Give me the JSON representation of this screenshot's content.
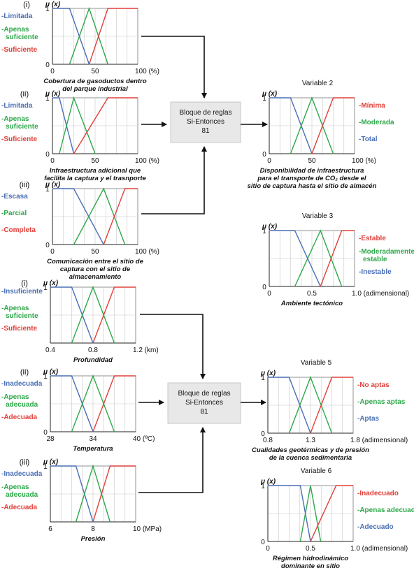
{
  "blocks": {
    "top": [
      "Bloque de reglas",
      "Si-Entonces",
      "81"
    ],
    "bottom": [
      "Bloque de reglas",
      "Si-Entonces",
      "81"
    ]
  },
  "charts": [
    {
      "id": "chart1",
      "index": "(i)",
      "var_title": "",
      "mu": "μ (x)",
      "x_ticks": [
        "0",
        "50",
        "100 (%)"
      ],
      "x_range": [
        0,
        100
      ],
      "y_ticks": [
        "0",
        "1"
      ],
      "caption": [
        "Cobertura de gasoductos dentro",
        "del parque industrial"
      ],
      "label_side": "left",
      "sets": [
        {
          "name": "Limitada",
          "color": "#4a6fb5",
          "points": [
            [
              0,
              1
            ],
            [
              20,
              1
            ],
            [
              43,
              0
            ]
          ]
        },
        {
          "name": "Apenas suficiente",
          "color": "#2ea84a",
          "points": [
            [
              20,
              0
            ],
            [
              43,
              1
            ],
            [
              65,
              0
            ]
          ]
        },
        {
          "name": "Suficiente",
          "color": "#e0403a",
          "points": [
            [
              43,
              0
            ],
            [
              65,
              1
            ],
            [
              100,
              1
            ]
          ]
        }
      ]
    },
    {
      "id": "chart2",
      "index": "(ii)",
      "var_title": "",
      "mu": "μ (x)",
      "x_ticks": [
        "0",
        "50",
        "100 (%)"
      ],
      "x_range": [
        0,
        100
      ],
      "y_ticks": [
        "0",
        "1"
      ],
      "caption": [
        "Infraestructura adicional que",
        "facilita la captura y el trasnporte"
      ],
      "label_side": "left",
      "sets": [
        {
          "name": "Limitada",
          "color": "#4a6fb5",
          "points": [
            [
              0,
              1
            ],
            [
              8,
              1
            ],
            [
              25,
              0
            ]
          ]
        },
        {
          "name": "Apenas suficiente",
          "color": "#2ea84a",
          "points": [
            [
              8,
              0
            ],
            [
              25,
              1
            ],
            [
              50,
              0
            ]
          ]
        },
        {
          "name": "Suficiente",
          "color": "#e0403a",
          "points": [
            [
              25,
              0
            ],
            [
              65,
              1
            ],
            [
              100,
              1
            ]
          ]
        }
      ]
    },
    {
      "id": "chart3",
      "index": "(iii)",
      "var_title": "",
      "mu": "μ (x)",
      "x_ticks": [
        "0",
        "50",
        "100 (%)"
      ],
      "x_range": [
        0,
        100
      ],
      "y_ticks": [
        "0",
        "1"
      ],
      "caption": [
        "Comunicación entre el sitio de",
        "captura con el sitio de",
        "almacenamiento"
      ],
      "label_side": "left",
      "sets": [
        {
          "name": "Escasa",
          "color": "#4a6fb5",
          "points": [
            [
              0,
              1
            ],
            [
              25,
              1
            ],
            [
              60,
              0
            ]
          ]
        },
        {
          "name": "Parcial",
          "color": "#2ea84a",
          "points": [
            [
              25,
              0
            ],
            [
              60,
              1
            ],
            [
              85,
              0
            ]
          ]
        },
        {
          "name": "Completa",
          "color": "#e0403a",
          "points": [
            [
              60,
              0
            ],
            [
              85,
              1
            ],
            [
              100,
              1
            ]
          ]
        }
      ]
    },
    {
      "id": "chart4",
      "index": "",
      "var_title": "Variable 2",
      "mu": "μ (x)",
      "x_ticks": [
        "0",
        "50",
        "100 (%)"
      ],
      "x_range": [
        0,
        100
      ],
      "y_ticks": [
        "0",
        "1"
      ],
      "caption": [
        "Disponibilidad de infraestructura",
        "para el transporte de CO₂ desde el",
        "sitio de captura hasta el sitio de almacén"
      ],
      "label_side": "right",
      "sets": [
        {
          "name": "Total",
          "color": "#4a6fb5",
          "points": [
            [
              0,
              1
            ],
            [
              25,
              1
            ],
            [
              50,
              0
            ]
          ]
        },
        {
          "name": "Moderada",
          "color": "#2ea84a",
          "points": [
            [
              25,
              0
            ],
            [
              50,
              1
            ],
            [
              75,
              0
            ]
          ]
        },
        {
          "name": "Mínima",
          "color": "#e0403a",
          "points": [
            [
              50,
              0
            ],
            [
              75,
              1
            ],
            [
              100,
              1
            ]
          ]
        }
      ]
    },
    {
      "id": "chart5",
      "index": "",
      "var_title": "Variable 3",
      "mu": "μ (x)",
      "x_ticks": [
        "0",
        "0.5",
        "1.0 (adimensional)"
      ],
      "x_range": [
        0,
        1
      ],
      "y_ticks": [
        "0",
        "1"
      ],
      "caption": [
        "Ambiente tectónico"
      ],
      "label_side": "right",
      "sets": [
        {
          "name": "Inestable",
          "color": "#4a6fb5",
          "points": [
            [
              0,
              1
            ],
            [
              0.3,
              1
            ],
            [
              0.6,
              0
            ]
          ]
        },
        {
          "name": "Moderadamente estable",
          "color": "#2ea84a",
          "points": [
            [
              0.3,
              0
            ],
            [
              0.6,
              1
            ],
            [
              0.85,
              0
            ]
          ]
        },
        {
          "name": "Estable",
          "color": "#e0403a",
          "points": [
            [
              0.6,
              0
            ],
            [
              0.85,
              1
            ],
            [
              1,
              1
            ]
          ]
        }
      ]
    },
    {
      "id": "chart6",
      "index": "(i)",
      "var_title": "",
      "mu": "μ (x)",
      "x_ticks": [
        "0.4",
        "0.8",
        "1.2 (km)"
      ],
      "x_range": [
        0.4,
        1.2
      ],
      "y_ticks": [
        "",
        "1"
      ],
      "caption": [
        "Profundidad"
      ],
      "label_side": "left",
      "sets": [
        {
          "name": "Insuficiente",
          "color": "#4a6fb5",
          "points": [
            [
              0.4,
              1
            ],
            [
              0.6,
              1
            ],
            [
              0.8,
              0
            ]
          ]
        },
        {
          "name": "Apenas suficiente",
          "color": "#2ea84a",
          "points": [
            [
              0.6,
              0
            ],
            [
              0.8,
              1
            ],
            [
              1.0,
              0
            ]
          ]
        },
        {
          "name": "Suficiente",
          "color": "#e0403a",
          "points": [
            [
              0.8,
              0
            ],
            [
              1.0,
              1
            ],
            [
              1.2,
              1
            ]
          ]
        }
      ]
    },
    {
      "id": "chart7",
      "index": "(ii)",
      "var_title": "",
      "mu": "μ (x)",
      "x_ticks": [
        "28",
        "34",
        "40 (ºC)"
      ],
      "x_range": [
        28,
        40
      ],
      "y_ticks": [
        "0",
        "1"
      ],
      "caption": [
        "Temperatura"
      ],
      "label_side": "left",
      "sets": [
        {
          "name": "Inadecuada",
          "color": "#4a6fb5",
          "points": [
            [
              28,
              1
            ],
            [
              31,
              1
            ],
            [
              34,
              0
            ]
          ]
        },
        {
          "name": "Apenas adecuada",
          "color": "#2ea84a",
          "points": [
            [
              31,
              0
            ],
            [
              34,
              1
            ],
            [
              37,
              0
            ]
          ]
        },
        {
          "name": "Adecuada",
          "color": "#e0403a",
          "points": [
            [
              34,
              0
            ],
            [
              37,
              1
            ],
            [
              40,
              1
            ]
          ]
        }
      ]
    },
    {
      "id": "chart8",
      "index": "(iii)",
      "var_title": "",
      "mu": "μ (x)",
      "x_ticks": [
        "6",
        "8",
        "10 (MPa)"
      ],
      "x_range": [
        6,
        10
      ],
      "y_ticks": [
        "",
        "1"
      ],
      "caption": [
        "Presión"
      ],
      "label_side": "left",
      "sets": [
        {
          "name": "Inadecuada",
          "color": "#4a6fb5",
          "points": [
            [
              6,
              1
            ],
            [
              7.2,
              1
            ],
            [
              8,
              0
            ]
          ]
        },
        {
          "name": "Apenas adecuada",
          "color": "#2ea84a",
          "points": [
            [
              7.2,
              0
            ],
            [
              8,
              1
            ],
            [
              8.8,
              0
            ]
          ]
        },
        {
          "name": "Adecuada",
          "color": "#e0403a",
          "points": [
            [
              8,
              0
            ],
            [
              8.8,
              1
            ],
            [
              10,
              1
            ]
          ]
        }
      ]
    },
    {
      "id": "chart9",
      "index": "",
      "var_title": "Variable 5",
      "mu": "μ (x)",
      "x_ticks": [
        "0.8",
        "1.3",
        "1.8 (adimensional)"
      ],
      "x_range": [
        0.8,
        1.8
      ],
      "y_ticks": [
        "0",
        "1"
      ],
      "caption": [
        "Cualidades geotérmicas y de presión",
        "de la cuenca sedimentaria"
      ],
      "label_side": "right",
      "sets": [
        {
          "name": "Aptas",
          "color": "#4a6fb5",
          "points": [
            [
              0.8,
              1
            ],
            [
              1.05,
              1
            ],
            [
              1.3,
              0
            ]
          ]
        },
        {
          "name": "Apenas aptas",
          "color": "#2ea84a",
          "points": [
            [
              1.05,
              0
            ],
            [
              1.3,
              1
            ],
            [
              1.55,
              0
            ]
          ]
        },
        {
          "name": "No aptas",
          "color": "#e0403a",
          "points": [
            [
              1.3,
              0
            ],
            [
              1.55,
              1
            ],
            [
              1.8,
              1
            ]
          ]
        }
      ]
    },
    {
      "id": "chart10",
      "index": "",
      "var_title": "Variable 6",
      "mu": "μ (x)",
      "x_ticks": [
        "0",
        "0.5",
        "1.0 (adimensional)"
      ],
      "x_range": [
        0,
        1
      ],
      "y_ticks": [
        "0",
        "1"
      ],
      "caption": [
        "Régimen hidrodinámico",
        "dominante en sitio"
      ],
      "label_side": "right",
      "sets": [
        {
          "name": "Adecuado",
          "color": "#4a6fb5",
          "points": [
            [
              0,
              1
            ],
            [
              0.38,
              1
            ],
            [
              0.5,
              0
            ]
          ]
        },
        {
          "name": "Apenas adecuado",
          "color": "#2ea84a",
          "points": [
            [
              0.38,
              0
            ],
            [
              0.5,
              1
            ],
            [
              0.62,
              0
            ]
          ]
        },
        {
          "name": "Inadecuado",
          "color": "#e0403a",
          "points": [
            [
              0.5,
              0
            ],
            [
              0.8,
              1
            ],
            [
              1,
              1
            ]
          ]
        }
      ]
    }
  ]
}
